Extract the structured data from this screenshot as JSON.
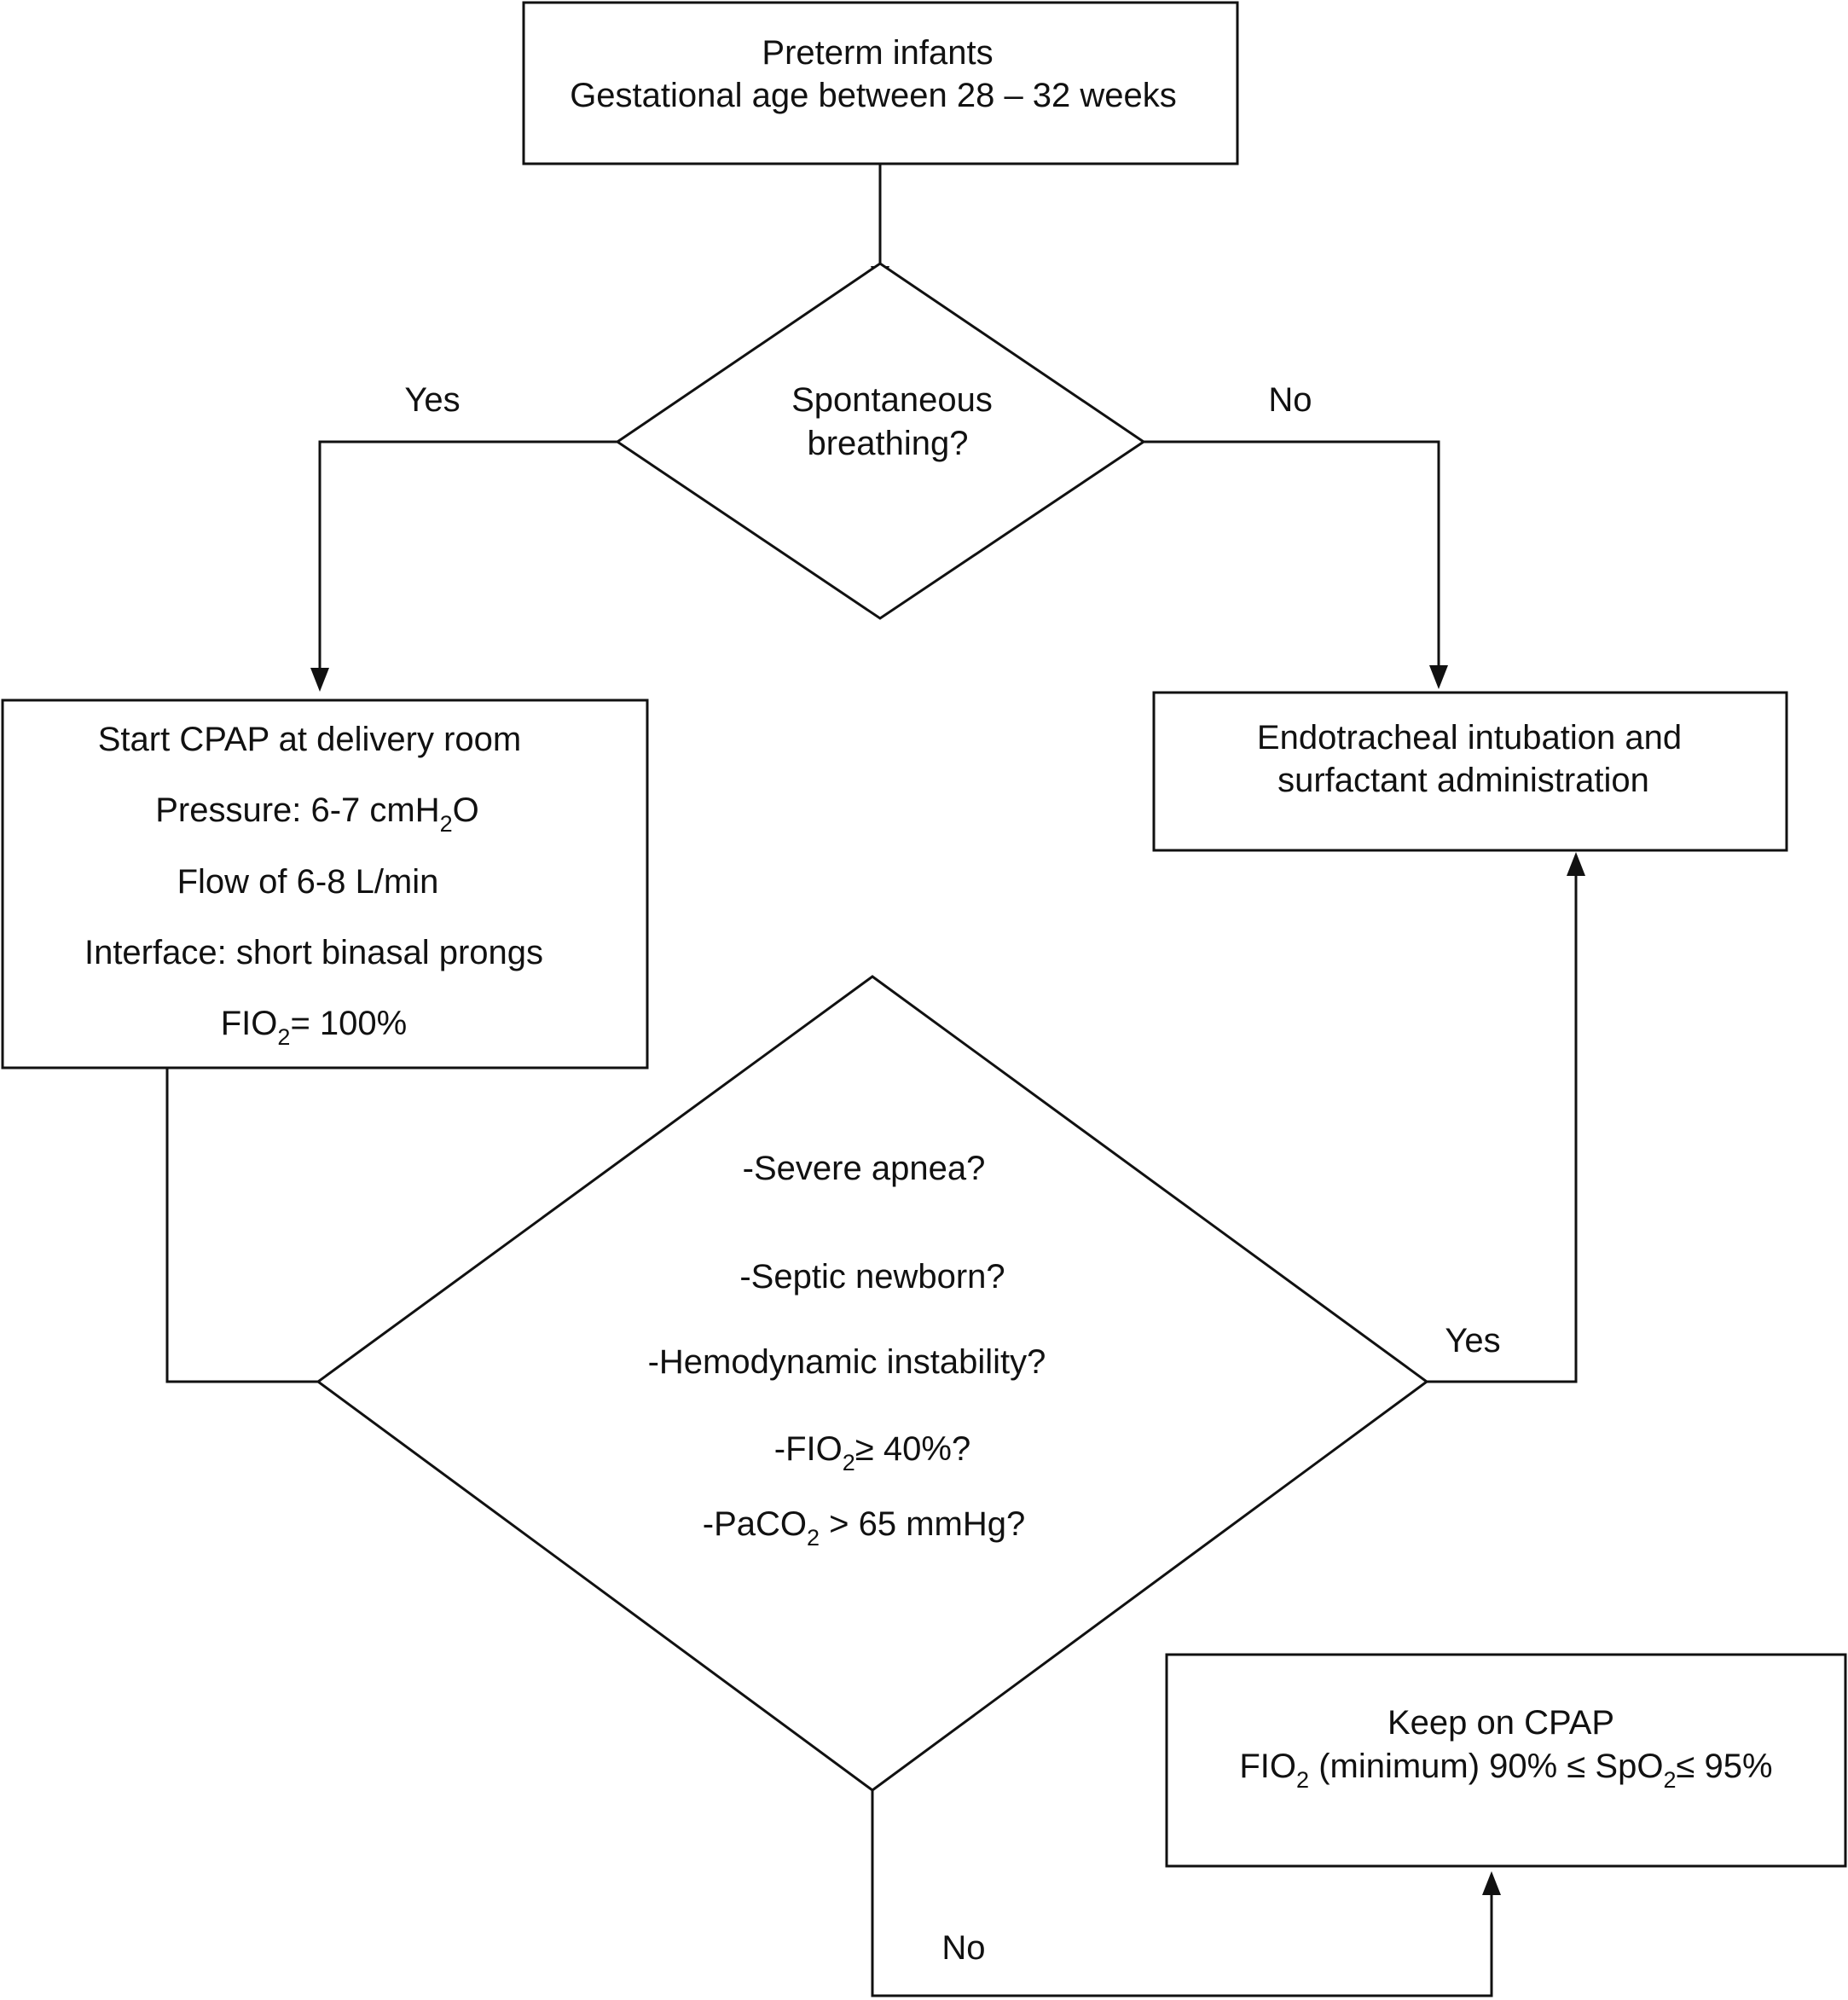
{
  "nodes": {
    "start": {
      "line1": "Preterm infants",
      "line2": "Gestational age between 28 – 32 weeks"
    },
    "decision_breathing": {
      "line1": "Spontaneous",
      "line2": "breathing?"
    },
    "cpap_start": {
      "line1": "Start CPAP at delivery room",
      "pressure_prefix": "Pressure: 6-7 cmH",
      "pressure_sub": "2",
      "pressure_suffix": "O",
      "flow": "Flow of 6-8 L/min",
      "interface": "Interface: short binasal prongs",
      "fio2_prefix": "FIO",
      "fio2_sub": "2",
      "fio2_suffix": "= 100%"
    },
    "intubation": {
      "line1": "Endotracheal intubation and",
      "line2": "surfactant administration"
    },
    "decision_criteria": {
      "apnea": "-Severe apnea?",
      "septic": "-Septic newborn?",
      "hemodynamic": "-Hemodynamic instability?",
      "fio2_prefix": "-FIO",
      "fio2_sub": "2",
      "fio2_suffix": "≥ 40%?",
      "paco2_prefix": "-PaCO",
      "paco2_sub": "2",
      "paco2_suffix": " > 65 mmHg?"
    },
    "keep_cpap": {
      "line1": "Keep on CPAP",
      "fio2_prefix": "FIO",
      "fio2_sub": "2",
      "fio2_mid": " (minimum) 90% ≤ SpO",
      "spo2_sub": "2",
      "fio2_suffix": "≤ 95%"
    }
  },
  "edge_labels": {
    "breathing_yes": "Yes",
    "breathing_no": "No",
    "criteria_yes": "Yes",
    "criteria_no": "No"
  },
  "colors": {
    "stroke": "#111111",
    "text": "#111111",
    "background": "#ffffff"
  }
}
